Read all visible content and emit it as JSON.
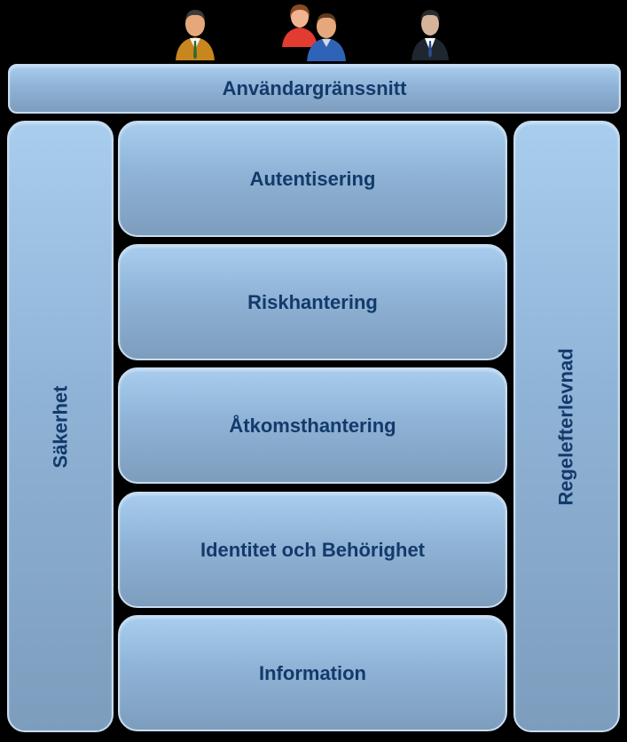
{
  "top_layer": {
    "label": "Användargränssnitt"
  },
  "left_pillar": {
    "label": "Säkerhet"
  },
  "right_pillar": {
    "label": "Regelefterlevnad"
  },
  "layers": [
    {
      "label": "Autentisering"
    },
    {
      "label": "Riskhantering"
    },
    {
      "label": "Åtkomsthantering"
    },
    {
      "label": "Identitet och Behörighet"
    },
    {
      "label": "Information"
    }
  ],
  "colors": {
    "background": "#000000",
    "box_top": "#a9cdee",
    "box_bottom": "#7d9dbd",
    "text": "#123a6b"
  },
  "icons": [
    "person-icon",
    "couple-icon",
    "businessman-icon"
  ]
}
